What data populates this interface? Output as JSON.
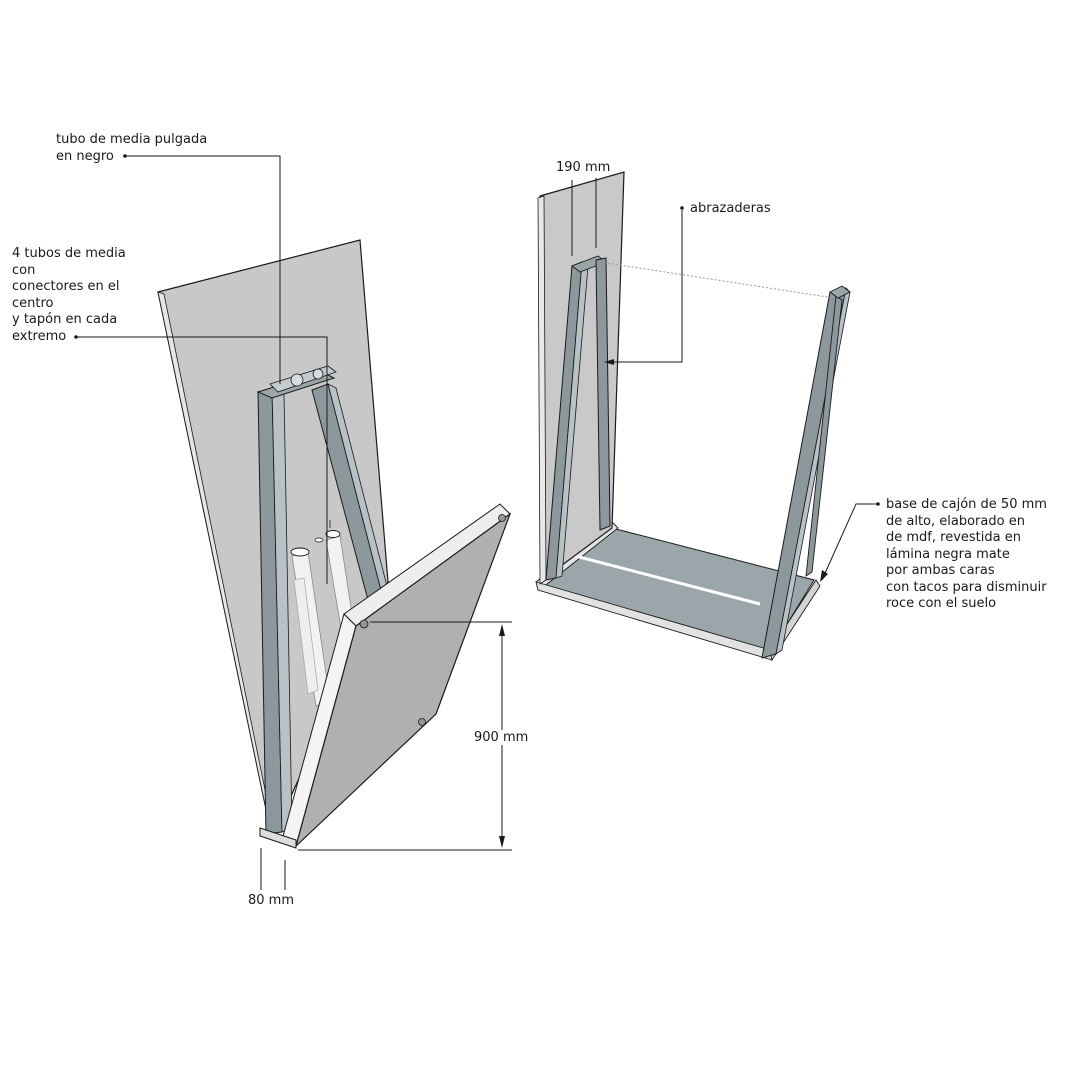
{
  "labels": {
    "tubo_negro": "tubo de media pulgada\nen negro",
    "cuatro_tubos": "4 tubos de media\ncon\nconectores en el\ncentro\ny tapón en cada\nextremo",
    "abrazaderas": "abrazaderas",
    "base_cajon": "base de cajón de 50 mm\nde alto, elaborado en\nde mdf, revestida en\nlámina negra mate\npor ambas caras\ncon tacos para disminuir\nroce con el suelo"
  },
  "dimensions": {
    "width_top": "190 mm",
    "height": "900 mm",
    "depth": "80 mm"
  },
  "colors": {
    "panel": "#c9c9c9",
    "panel_dark": "#b3b3b3",
    "frame": "#8c979c",
    "frame_light": "#b7c0c4",
    "base_floor": "#9aa5aa",
    "edge": "#1a1a1a"
  }
}
